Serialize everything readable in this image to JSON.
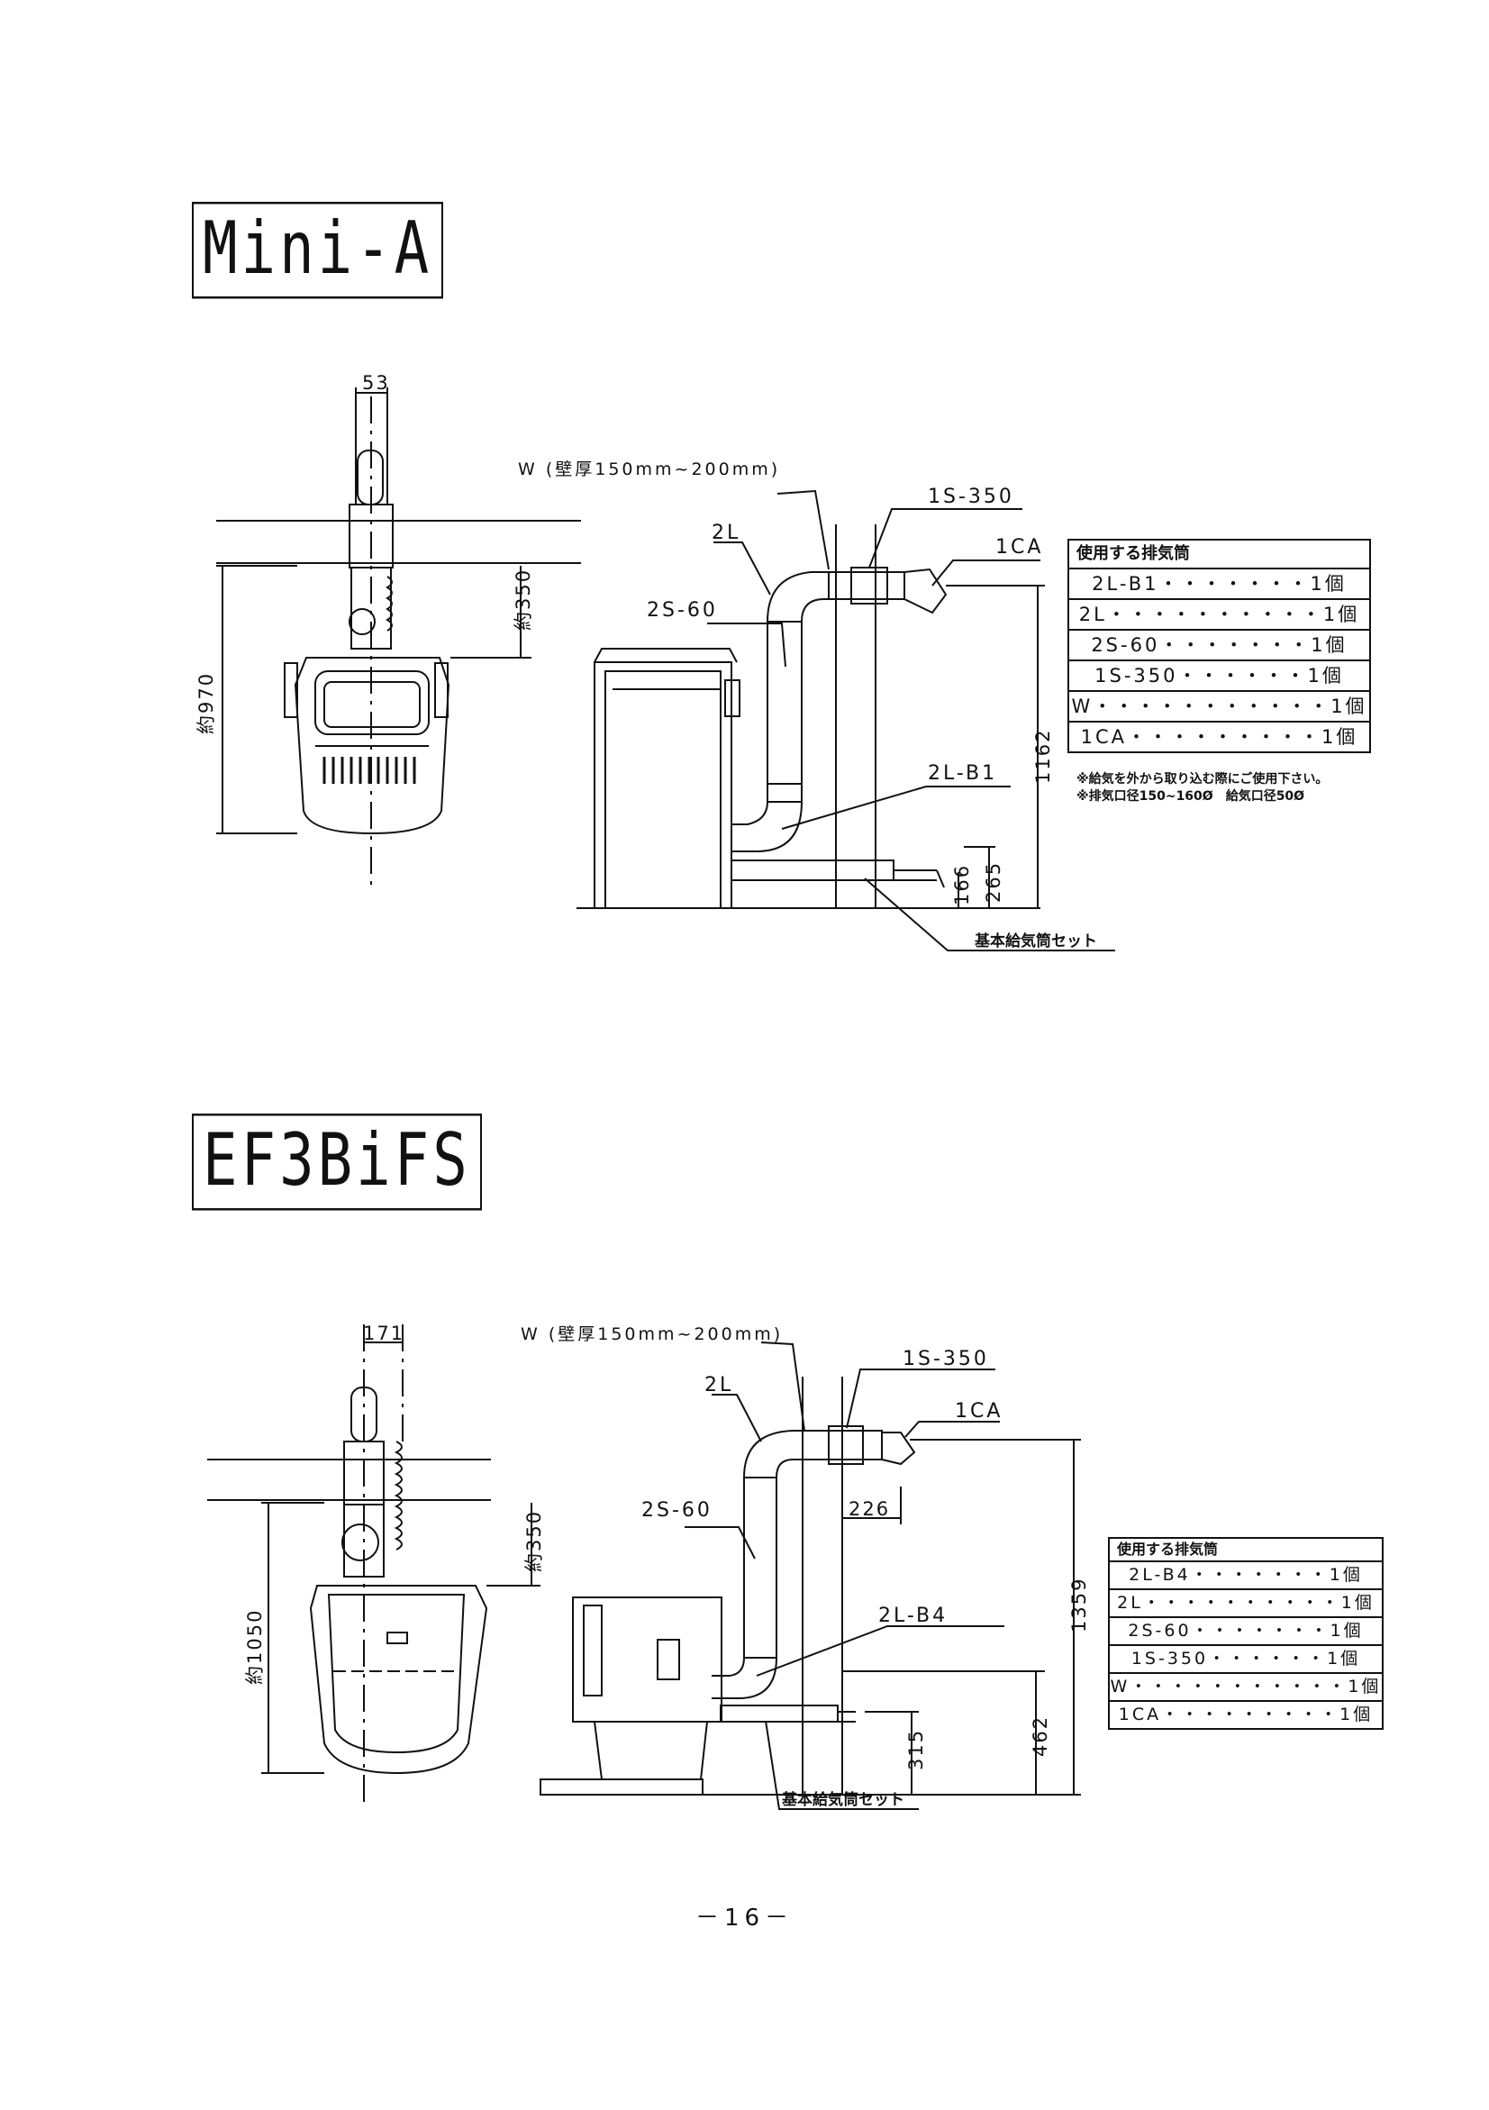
{
  "sections": [
    {
      "title": "Mini-A",
      "dims": {
        "top_width": "53",
        "depth": "約350",
        "height_total": "約970",
        "flue_height": "1162",
        "intake_height": "265",
        "intake_center": "166"
      },
      "labels": {
        "wall": "W (壁厚150mm~200mm)",
        "l2": "2L",
        "s2": "2S-60",
        "s1": "1S-350",
        "ca": "1CA",
        "lb": "2L-B1",
        "intake_set": "基本給気筒セット"
      },
      "table": {
        "header": "使用する排気筒",
        "rows": [
          "2L-B1・・・・・・・1個",
          "2L・・・・・・・・・・1個",
          "2S-60・・・・・・・1個",
          "1S-350・・・・・・1個",
          "W・・・・・・・・・・・1個",
          "1CA・・・・・・・・・1個"
        ]
      },
      "notes": [
        "※給気を外から取り込む際にご使用下さい。",
        "※排気口径150~160Ø　給気口径50Ø"
      ]
    },
    {
      "title": "EF3BiFS",
      "dims": {
        "top_width": "171",
        "depth": "約350",
        "height_total": "約1050",
        "flue_height": "1359",
        "offset": "226",
        "intake_height": "462",
        "intake_center": "315"
      },
      "labels": {
        "wall": "W (壁厚150mm~200mm)",
        "l2": "2L",
        "s2": "2S-60",
        "s1": "1S-350",
        "ca": "1CA",
        "lb": "2L-B4",
        "intake_set": "基本給気筒セット"
      },
      "table": {
        "header": "使用する排気筒",
        "rows": [
          "2L-B4・・・・・・・1個",
          "2L・・・・・・・・・・1個",
          "2S-60・・・・・・・1個",
          "1S-350・・・・・・1個",
          "W・・・・・・・・・・・1個",
          "1CA・・・・・・・・・1個"
        ]
      }
    }
  ],
  "page_number": "－16－"
}
